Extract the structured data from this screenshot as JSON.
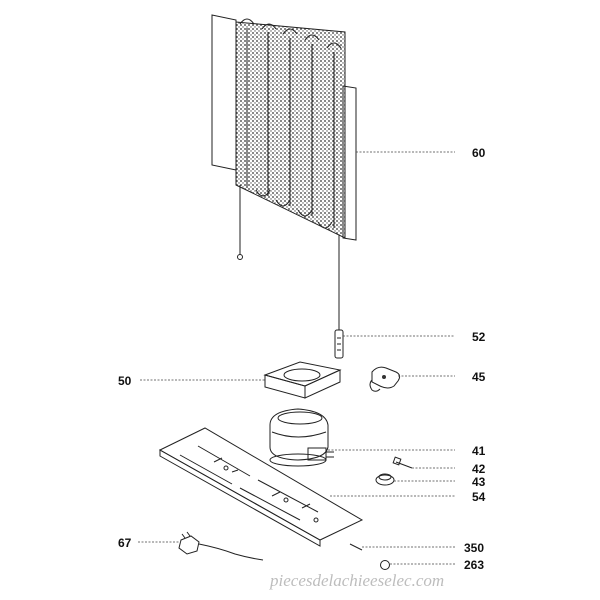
{
  "labels": {
    "l60": "60",
    "l52": "52",
    "l50": "50",
    "l45": "45",
    "l41": "41",
    "l42": "42",
    "l43": "43",
    "l54": "54",
    "l67": "67",
    "l350": "350",
    "l263": "263"
  },
  "watermark": "piecesdelachieeselec.com"
}
